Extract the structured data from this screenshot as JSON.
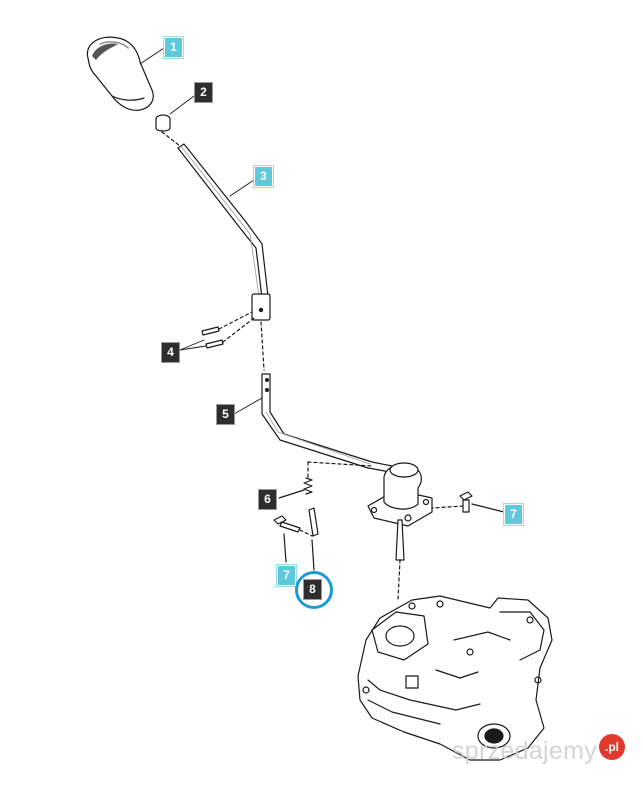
{
  "callouts": [
    {
      "id": "1",
      "label": "1",
      "style": "cyan"
    },
    {
      "id": "2",
      "label": "2",
      "style": "dark"
    },
    {
      "id": "3",
      "label": "3",
      "style": "cyan"
    },
    {
      "id": "4",
      "label": "4",
      "style": "dark"
    },
    {
      "id": "5",
      "label": "5",
      "style": "dark"
    },
    {
      "id": "6",
      "label": "6",
      "style": "dark"
    },
    {
      "id": "7a",
      "label": "7",
      "style": "cyan"
    },
    {
      "id": "7b",
      "label": "7",
      "style": "cyan"
    },
    {
      "id": "8",
      "label": "8",
      "style": "dark",
      "highlighted": true
    }
  ],
  "watermark": {
    "text": "sprzedajemy",
    "badge": ".pl"
  },
  "colors": {
    "callout_dark": "#2e2e2e",
    "callout_cyan": "#5fc9dc",
    "highlight": "#1b9bd6",
    "line": "#1a1a1a"
  }
}
